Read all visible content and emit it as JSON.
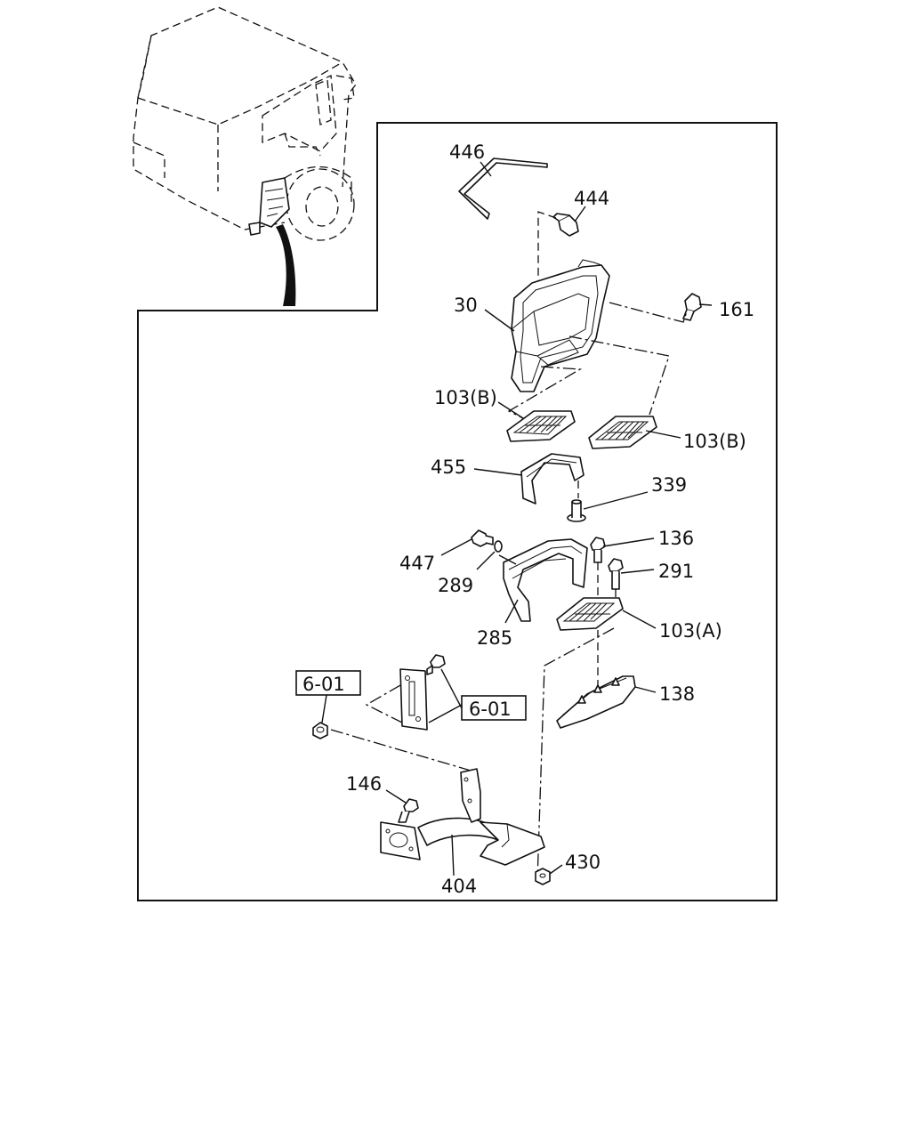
{
  "diagram": {
    "callouts": {
      "p446": "446",
      "p444": "444",
      "p30": "30",
      "p161": "161",
      "p103b_left": "103(B)",
      "p103b_right": "103(B)",
      "p455": "455",
      "p339": "339",
      "p447": "447",
      "p289": "289",
      "p136": "136",
      "p291": "291",
      "p285": "285",
      "p103a": "103(A)",
      "p138": "138",
      "p146": "146",
      "p404": "404",
      "p430": "430"
    },
    "ref_boxes": {
      "ref_left": "6-01",
      "ref_right": "6-01"
    }
  }
}
